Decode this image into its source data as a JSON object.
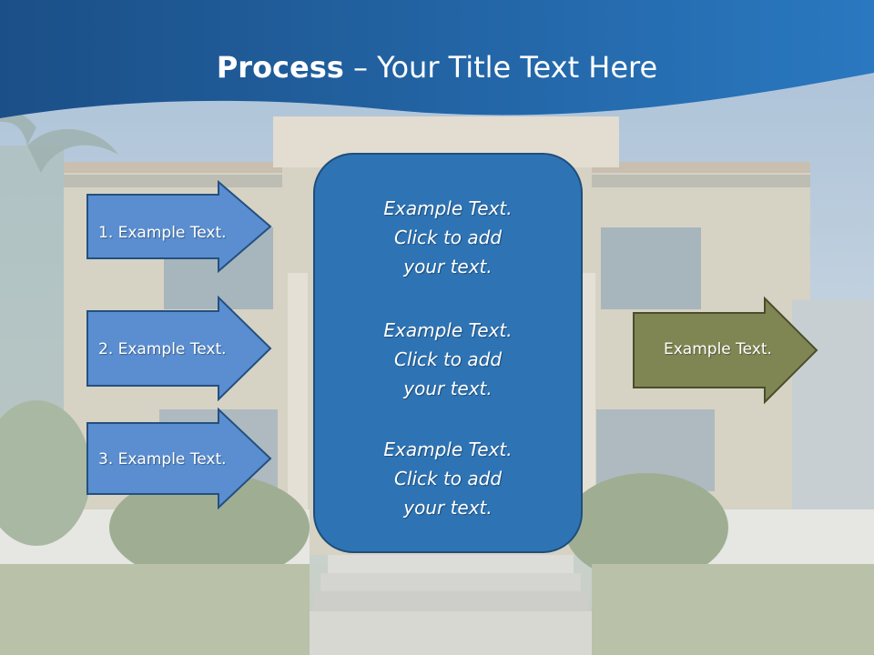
{
  "title": {
    "bold": "Process",
    "dash": " – ",
    "rest": "Your Title Text Here"
  },
  "colors": {
    "header": "#1f5c99",
    "left_arrow_fill": "#5a8ed0",
    "left_arrow_border": "#23507f",
    "center_box_fill": "#2e74b5",
    "right_arrow_fill": "#808653",
    "right_arrow_border": "#4a4d2a"
  },
  "left_arrows": [
    {
      "label": "1. Example Text."
    },
    {
      "label": "2. Example Text."
    },
    {
      "label": "3. Example Text."
    }
  ],
  "center_box": {
    "paragraphs": [
      {
        "lines": [
          "Example Text.",
          "Click  to add",
          "your text."
        ]
      },
      {
        "lines": [
          "Example Text.",
          "Click  to add",
          "your text."
        ]
      },
      {
        "lines": [
          "Example Text.",
          "Click  to add",
          "your text."
        ]
      }
    ]
  },
  "right_arrow": {
    "label": "Example Text."
  }
}
